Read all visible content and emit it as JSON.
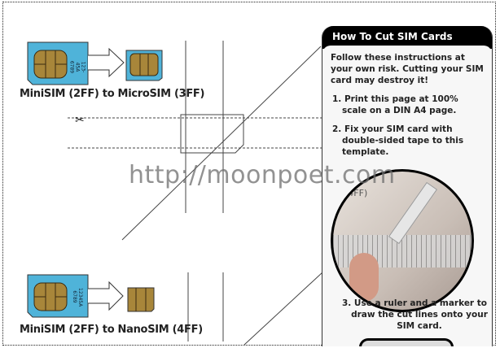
{
  "sections": [
    {
      "label": "MiniSIM (2FF) to MicroSIM (3FF)",
      "sim_text": "123-45A 6789"
    },
    {
      "label": "MiniSIM (2FF) to NanoSIM (4FF)",
      "sim_text": "12345A 6789"
    }
  ],
  "panel": {
    "title": "How To Cut SIM Cards",
    "intro": "Follow these instructions at your own risk. Cutting your SIM card may destroy it!",
    "steps": [
      "1. Print this page at 100% scale on a DIN A4 page.",
      "2. Fix your SIM card with double-sided tape to this template.",
      "3. Use a ruler and a marker to draw the cut lines onto your SIM card."
    ],
    "photo_label": "(4FF)"
  },
  "watermark": "http://moonpoet.com",
  "colors": {
    "sim_blue": "#4fb3d9",
    "chip_gold": "#a8863a",
    "panel_header": "#000000"
  }
}
